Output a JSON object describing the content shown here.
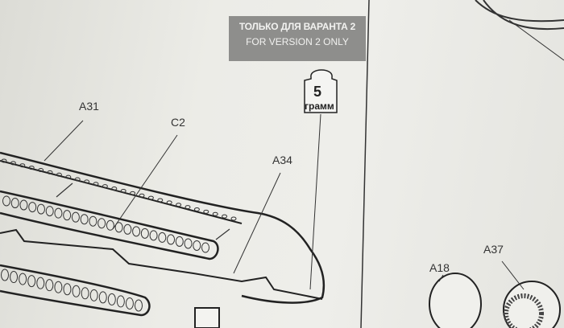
{
  "banner": {
    "ru": "ТОЛЬКО ДЛЯ ВАРАНТА 2",
    "en": "FOR VERSION 2 ONLY"
  },
  "weight": {
    "value": "5",
    "unit": "грамм"
  },
  "labels": {
    "a31": "A31",
    "c2": "C2",
    "a34": "A34",
    "a18": "A18",
    "a37": "A37"
  }
}
